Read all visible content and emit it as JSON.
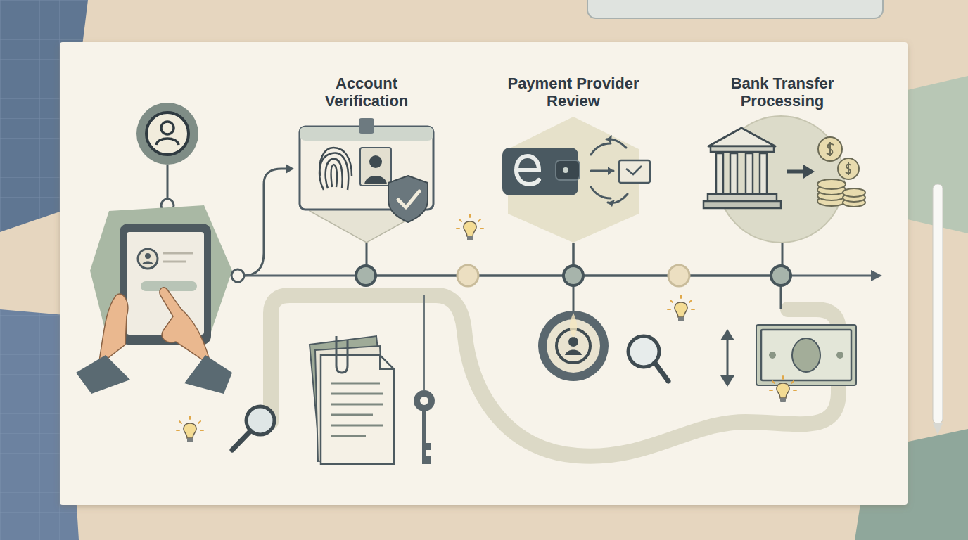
{
  "diagram": {
    "nodes": [
      {
        "text": [
          "Account Verification"
        ]
      },
      {
        "text": [
          "Payment Provider Review"
        ]
      },
      {
        "text": [
          "Bank Transfer Processing"
        ]
      }
    ],
    "edges": [
      {
        "from": 0,
        "to": 1,
        "arrow": "none"
      },
      {
        "from": 1,
        "to": 2,
        "arrow": "none"
      }
    ]
  }
}
